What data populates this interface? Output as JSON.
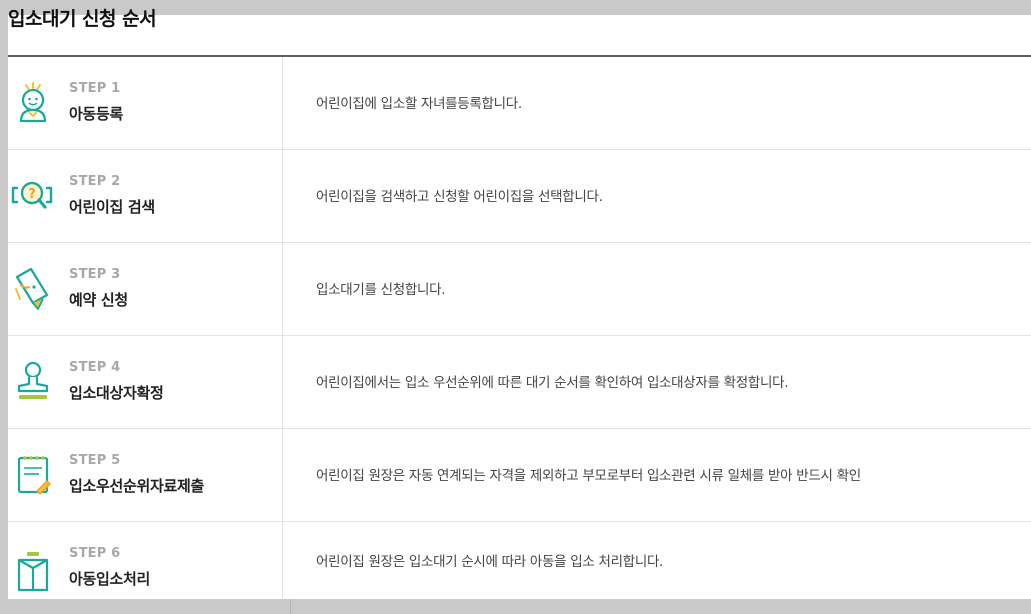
{
  "page": {
    "title": "입소대기 신청 순서"
  },
  "colors": {
    "icon_teal": "#1aa89b",
    "icon_yellow": "#f2c230",
    "icon_orange": "#f0a12b",
    "icon_lime": "#a3c93a"
  },
  "steps": [
    {
      "num": "STEP 1",
      "name": "아동등록",
      "desc": "어린이집에 입소할 자녀를등록합니다.",
      "icon": "child-icon"
    },
    {
      "num": "STEP 2",
      "name": "어린이집 검색",
      "desc": "어린이집을 검색하고 신청할 어린이집을 선택합니다.",
      "icon": "search-question-icon"
    },
    {
      "num": "STEP 3",
      "name": "예약 신청",
      "desc": "입소대기를 신청합니다.",
      "icon": "pencil-icon"
    },
    {
      "num": "STEP 4",
      "name": "입소대상자확정",
      "desc": "어린이집에서는 입소 우선순위에 따른 대기 순서를 확인하여 입소대상자를 확정합니다.",
      "icon": "stamp-icon"
    },
    {
      "num": "STEP 5",
      "name": "입소우선순위자료제출",
      "desc": "어린이집 원장은 자동 연계되는 자격을 제외하고 부모로부터 입소관련 시류 일체를 받아 반드시 확인",
      "icon": "notepad-icon"
    },
    {
      "num": "STEP 6",
      "name": "아동입소처리",
      "desc": "어린이집 원장은 입소대기 순시에 따라 아동을 입소 처리합니다.",
      "icon": "box-icon"
    }
  ]
}
